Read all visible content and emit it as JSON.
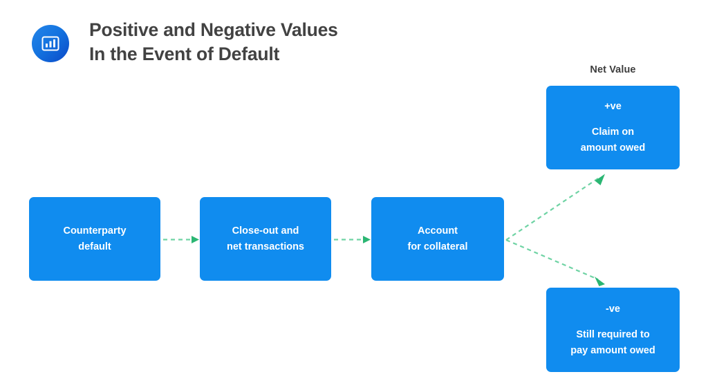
{
  "header": {
    "icon": "bar-chart-icon",
    "title_line_1": "Positive and Negative Values",
    "title_line_2": "In the Event of Default",
    "title_color": "#424242"
  },
  "diagram": {
    "net_value_label": "Net Value",
    "box_color": "#108CEF",
    "box_text_color": "#FFFFFF",
    "connector_color": "#2BB673",
    "connector_style": "dashed-arrow",
    "nodes": [
      {
        "id": "counterparty-default",
        "line_1": "Counterparty",
        "line_2": "default"
      },
      {
        "id": "close-out-and-net-transactions",
        "line_1": "Close-out and",
        "line_2": "net transactions"
      },
      {
        "id": "account-for-collateral",
        "line_1": "Account",
        "line_2": "for collateral"
      },
      {
        "id": "positive-net-value",
        "sign": "+ve",
        "line_1": "Claim on",
        "line_2": "amount owed"
      },
      {
        "id": "negative-net-value",
        "sign": "-ve",
        "line_1": "Still required to",
        "line_2": "pay amount owed"
      }
    ],
    "edges": [
      {
        "from": "counterparty-default",
        "to": "close-out-and-net-transactions"
      },
      {
        "from": "close-out-and-net-transactions",
        "to": "account-for-collateral"
      },
      {
        "from": "account-for-collateral",
        "to": "positive-net-value"
      },
      {
        "from": "account-for-collateral",
        "to": "negative-net-value"
      }
    ]
  }
}
